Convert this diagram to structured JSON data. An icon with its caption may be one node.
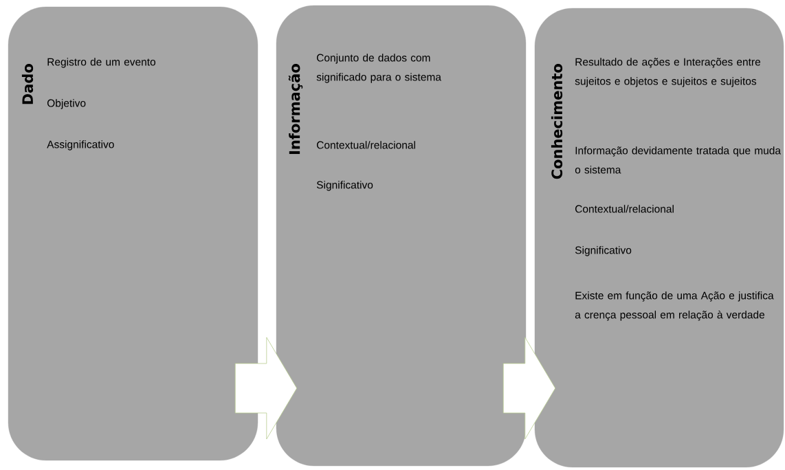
{
  "diagram": {
    "nodes": [
      {
        "text": [
          "Dado",
          "Registro de um evento",
          "Objetivo",
          "Assignificativo"
        ]
      },
      {
        "text": [
          "Informação",
          "Conjunto de dados com significado para o sistema",
          "Contextual/relacional",
          "Significativo"
        ]
      },
      {
        "text": [
          "Conhecimento",
          "Resultado de ações e Interações entre sujeitos e objetos e sujeitos e sujeitos",
          "Informação devidamente tratada que muda o sistema",
          "Contextual/relacional",
          "Significativo",
          "Existe em função de uma Ação e justifica a crença pessoal em relação à verdade"
        ]
      }
    ],
    "edges": [
      {
        "from": 0,
        "to": 1,
        "arrow": "to"
      },
      {
        "from": 1,
        "to": 2,
        "arrow": "to"
      }
    ]
  }
}
